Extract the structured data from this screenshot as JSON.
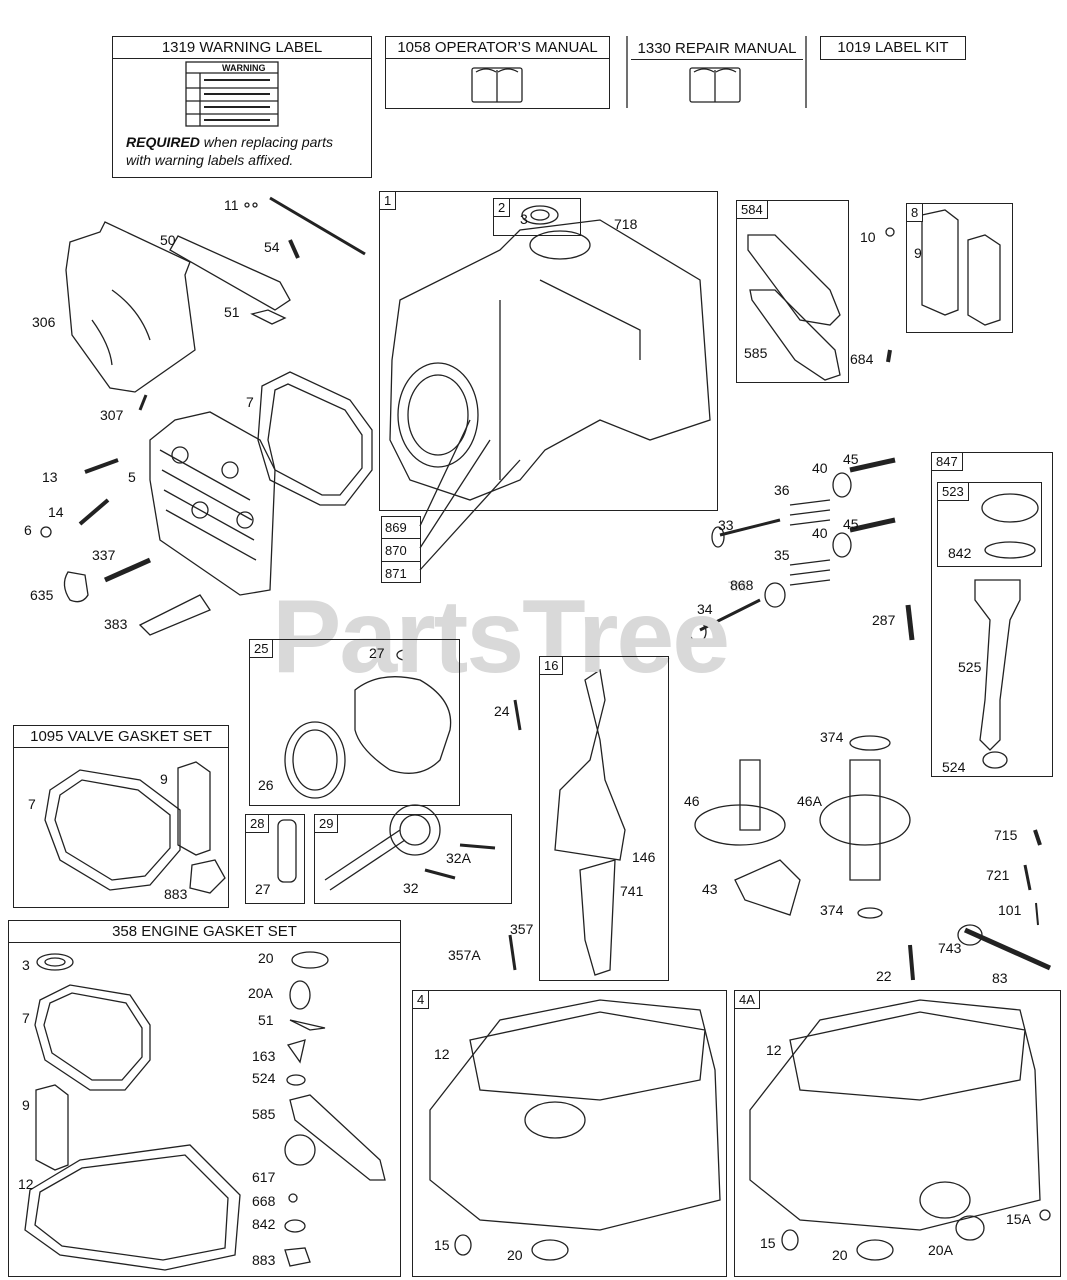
{
  "header_boxes": {
    "warning_label": "1319 WARNING LABEL",
    "warning_mini_title": "WARNING",
    "required_bold": "REQUIRED",
    "required_rest_1": "when replacing parts",
    "required_rest_2": "with warning labels affixed.",
    "operators_manual": "1058 OPERATOR’S MANUAL",
    "repair_manual": "1330 REPAIR MANUAL",
    "label_kit": "1019 LABEL KIT"
  },
  "watermark": {
    "text": "PartsTree",
    "mark": "TM"
  },
  "kits": {
    "valve_gasket_set": "1095 VALVE GASKET SET",
    "engine_gasket_set": "358 ENGINE GASKET SET"
  },
  "box_tags": {
    "b1": "1",
    "b2": "2",
    "b584": "584",
    "b8": "8",
    "b847": "847",
    "b523": "523",
    "b25": "25",
    "b16": "16",
    "b28": "28",
    "b29": "29",
    "b4": "4",
    "b4a": "4A",
    "t869": "869",
    "t870": "870",
    "t871": "871"
  },
  "callouts": {
    "c11": "11",
    "c50": "50",
    "c54": "54",
    "c51": "51",
    "c306": "306",
    "c307": "307",
    "c7a": "7",
    "c13": "13",
    "c5": "5",
    "c14": "14",
    "c6": "6",
    "c337": "337",
    "c635": "635",
    "c383": "383",
    "c3a": "3",
    "c718": "718",
    "c10": "10",
    "c9a": "9",
    "c585a": "585",
    "c684": "684",
    "c40a": "40",
    "c45a": "45",
    "c36": "36",
    "c33": "33",
    "c40b": "40",
    "c45b": "45",
    "c35": "35",
    "c868": "868",
    "c34": "34",
    "c842a": "842",
    "c287": "287",
    "c525": "525",
    "c524a": "524",
    "c27a": "27",
    "c26": "26",
    "c24": "24",
    "c374a": "374",
    "c46": "46",
    "c46a": "46A",
    "c43": "43",
    "c374b": "374",
    "c715": "715",
    "c721": "721",
    "c101": "101",
    "c743": "743",
    "c83": "83",
    "c22": "22",
    "c7b": "7",
    "c9b": "9",
    "c883a": "883",
    "c27b": "27",
    "c32a": "32A",
    "c32": "32",
    "c146": "146",
    "c741": "741",
    "c357": "357",
    "c357a": "357A",
    "c3b": "3",
    "c7c": "7",
    "c9c": "9",
    "c12a": "12",
    "c20a": "20",
    "c20aa": "20A",
    "c51b": "51",
    "c163": "163",
    "c524b": "524",
    "c585b": "585",
    "c617": "617",
    "c668": "668",
    "c842b": "842",
    "c883b": "883",
    "c12b": "12",
    "c15a": "15",
    "c20b": "20",
    "c12c": "12",
    "c15b": "15",
    "c20c": "20",
    "c20ab": "20A",
    "c15aa": "15A"
  }
}
